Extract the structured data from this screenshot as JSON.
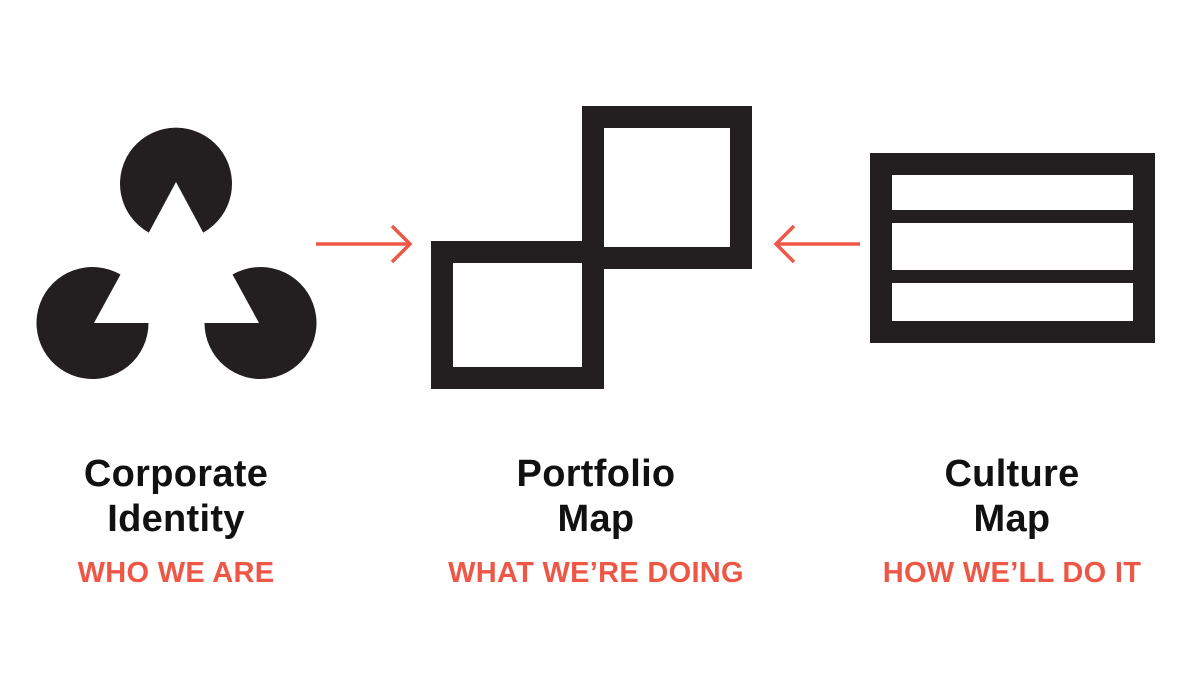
{
  "colors": {
    "ink": "#231F20",
    "accent": "#EE5746",
    "background": "#FFFFFF"
  },
  "nodes": [
    {
      "id": "corporate-identity",
      "icon": "kanizsa-triangle-icon",
      "title_line1": "Corporate",
      "title_line2": "Identity",
      "subtitle": "WHO WE ARE"
    },
    {
      "id": "portfolio-map",
      "icon": "linked-squares-icon",
      "title_line1": "Portfolio",
      "title_line2": "Map",
      "subtitle": "WHAT WE’RE DOING"
    },
    {
      "id": "culture-map",
      "icon": "stacked-rows-icon",
      "title_line1": "Culture",
      "title_line2": "Map",
      "subtitle": "HOW WE’LL DO IT"
    }
  ],
  "edges": [
    {
      "from": "corporate-identity",
      "to": "portfolio-map",
      "direction": "right"
    },
    {
      "from": "culture-map",
      "to": "portfolio-map",
      "direction": "left"
    }
  ]
}
